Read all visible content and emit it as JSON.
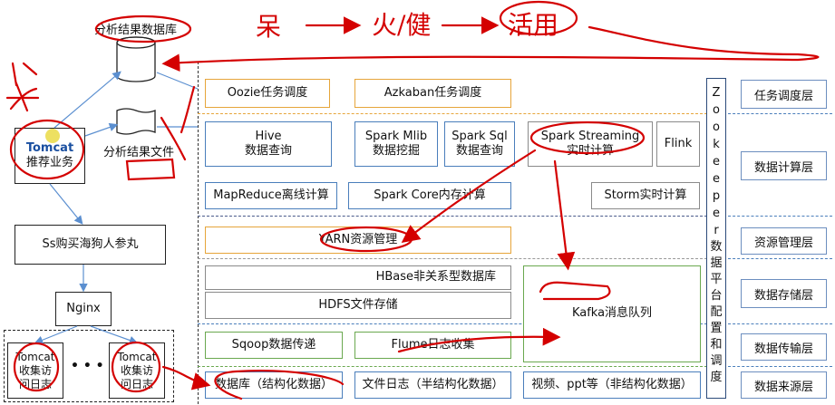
{
  "top_annotation": {
    "chars": [
      "呆",
      "火/健",
      "活用"
    ]
  },
  "left": {
    "db_label": "分析结果数据库",
    "file_label": "分析结果文件",
    "tomcat_rec": {
      "line1": "Tomcat",
      "line2": "推荐业务"
    },
    "ss_box": "Ss购买海狗人参丸",
    "nginx": "Nginx",
    "collect1": {
      "l1": "Tomcat",
      "l2": "收集访",
      "l3": "问日志"
    },
    "collect2": {
      "l1": "Tomcat",
      "l2": "收集访",
      "l3": "问日志"
    },
    "ellipsis": "• • •"
  },
  "scheduling": {
    "oozie": "Oozie任务调度",
    "azkaban": "Azkaban任务调度"
  },
  "compute": {
    "hive": {
      "l1": "Hive",
      "l2": "数据查询"
    },
    "mlib": {
      "l1": "Spark Mlib",
      "l2": "数据挖掘"
    },
    "sql": {
      "l1": "Spark Sql",
      "l2": "数据查询"
    },
    "streaming": {
      "l1": "Spark Streaming",
      "l2": "实时计算"
    },
    "flink": "Flink",
    "mapreduce": "MapReduce离线计算",
    "sparkcore": "Spark Core内存计算",
    "storm": "Storm实时计算"
  },
  "resource": {
    "yarn": "YARN资源管理"
  },
  "storage": {
    "hbase": "HBase非关系型数据库",
    "hdfs": "HDFS文件存储",
    "kafka": "Kafka消息队列"
  },
  "transfer": {
    "sqoop": "Sqoop数据传递",
    "flume": "Flume日志收集"
  },
  "source": {
    "db": "数据库（结构化数据）",
    "log": "文件日志（半结构化数据）",
    "video": "视频、ppt等（非结构化数据）"
  },
  "zookeeper": {
    "chars": [
      "Z",
      "o",
      "o",
      "k",
      "e",
      "e",
      "p",
      "e",
      "r",
      "数",
      "据",
      "平",
      "台",
      "配",
      "置",
      "和",
      "调",
      "度"
    ]
  },
  "layers": [
    "任务调度层",
    "数据计算层",
    "资源管理层",
    "数据存储层",
    "数据传输层",
    "数据来源层"
  ]
}
